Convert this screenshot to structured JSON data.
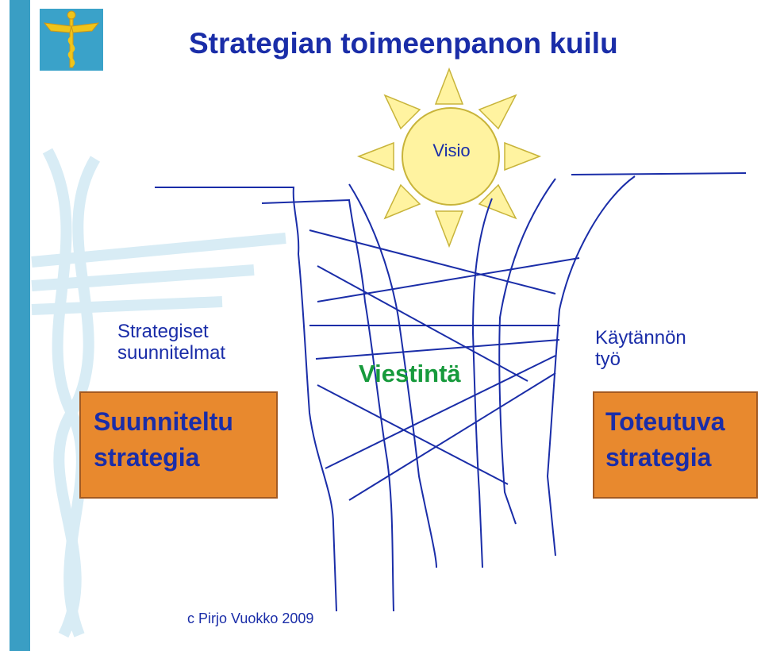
{
  "slide": {
    "title": "Strategian toimeenpanon kuilu",
    "copyright": "c  Pirjo Vuokko 2009"
  },
  "diagram": {
    "sun_label": "Visio",
    "left_label_lines": [
      "Strategiset",
      "suunnitelmat"
    ],
    "center_label": "Viestintä",
    "right_label_lines": [
      "Käytännön",
      "työ"
    ],
    "left_box_lines": [
      "Suunniteltu",
      "strategia"
    ],
    "right_box_lines": [
      "Toteutuva",
      "strategia"
    ]
  },
  "colors": {
    "title": "#1a2da8",
    "sun_fill": "#fff3a0",
    "box_fill": "#e8892e",
    "accent_bar": "#3a9ec4",
    "communication_text": "#179a3c"
  },
  "icons": {
    "logo": "caduceus-wings-icon",
    "watermark": "caduceus-watermark-icon"
  }
}
